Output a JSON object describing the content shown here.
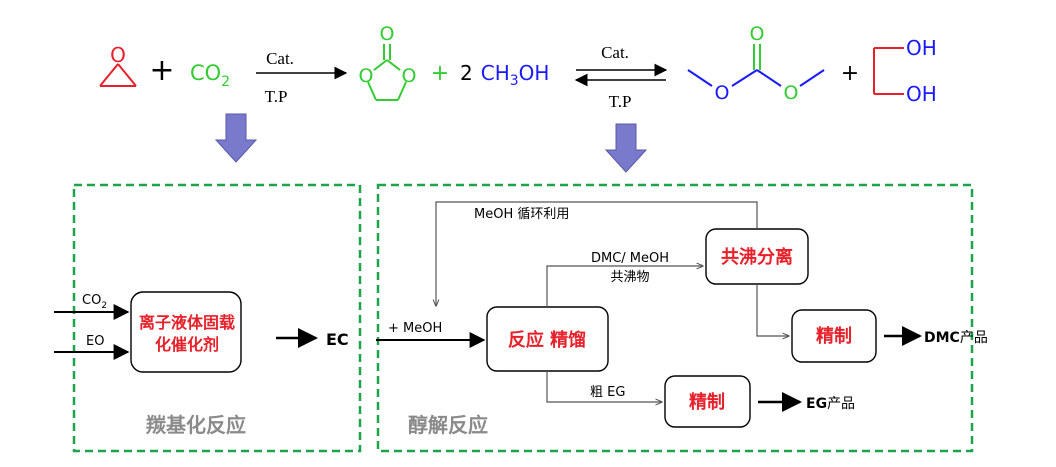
{
  "reaction": {
    "co2_label": "CO",
    "co2_sub": "2",
    "plus": "+",
    "cat_label_1": "Cat.",
    "tp_label_1": "T.P",
    "o_atom": "O",
    "methanol_coef": "2",
    "methanol_a": "CH",
    "methanol_sub": "3",
    "methanol_b": "OH",
    "cat_label_2": "Cat.",
    "tp_label_2": "T.P",
    "oh_top": "OH",
    "oh_bottom": "OH"
  },
  "left_box": {
    "input_co2": "CO",
    "input_co2_sub": "2",
    "input_eo": "EO",
    "process_line1": "离子液体固载",
    "process_line2": "化催化剂",
    "output": "EC",
    "title": "羰基化反应"
  },
  "right_box": {
    "recycle_label": "MeOH  循环利用",
    "feed_label": "+ MeOH",
    "reactor_label": "反应 精馏",
    "azeo_stream_line1": "DMC/ MeOH",
    "azeo_stream_line2": "共沸物",
    "azeo_box": "共沸分离",
    "refine_dmc_box": "精制",
    "dmc_product_bold": "DMC",
    "dmc_product_rest": "产品",
    "crude_eg_label": "粗 EG",
    "refine_eg_box": "精制",
    "eg_product_bold": "EG",
    "eg_product_rest": "产品",
    "title": "醇解反应"
  },
  "colors": {
    "red": "#e8202a",
    "green": "#33cc33",
    "blue": "#1a1aff",
    "dashed_border": "#1fa34a",
    "big_arrow_fill": "#7a7acc",
    "box_label_red": "#e8202a",
    "title_gray": "#8a8a8a"
  }
}
